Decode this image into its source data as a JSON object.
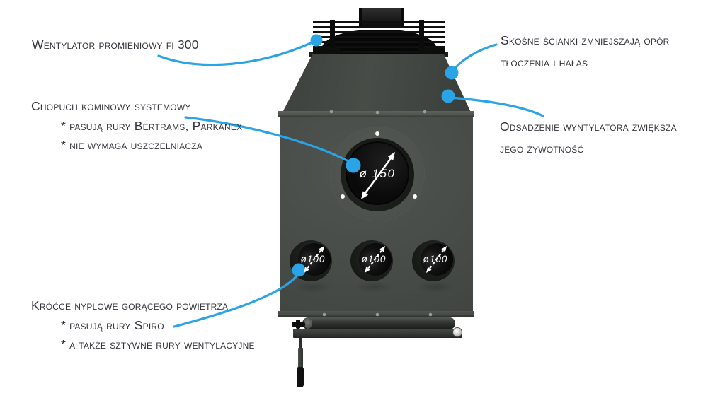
{
  "annotations": {
    "fan": {
      "text": "Wentylator promieniowy fi 300"
    },
    "sloped_walls": {
      "lines": [
        "Skośne ścianki zmniejszają opór",
        "tłoczenia i hałas"
      ]
    },
    "chimney_flue": {
      "title": "Chopuch kominowy systemowy",
      "bullets": [
        "* pasują rury Bertrams, Parkanex",
        "* nie wymaga uszczelniacza"
      ]
    },
    "fan_offset": {
      "lines": [
        "Odsadzenie wyntylatora zwiększa",
        "jego żywotność"
      ]
    },
    "air_ports": {
      "title": "Króćce nyplowe gorącego powietrza",
      "bullets": [
        "* pasują rury Spiro",
        "* a także sztywne rury wentylacyjne"
      ]
    }
  },
  "device": {
    "main_outlet_label": "ø 150",
    "port_labels": [
      "ø100",
      "ø100",
      "ø100"
    ]
  },
  "colors": {
    "accent": "#2aa4e6",
    "text": "#32323a",
    "body": "#4a4f4b"
  }
}
